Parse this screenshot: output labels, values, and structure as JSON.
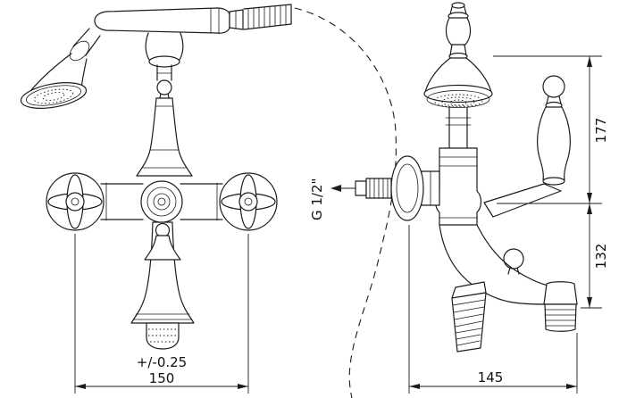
{
  "front_view": {
    "tolerance_label": "+/-0.25",
    "width_label": "150"
  },
  "side_view": {
    "height_upper_label": "177",
    "height_lower_label": "132",
    "depth_label": "145",
    "thread_label": "G 1/2\""
  }
}
